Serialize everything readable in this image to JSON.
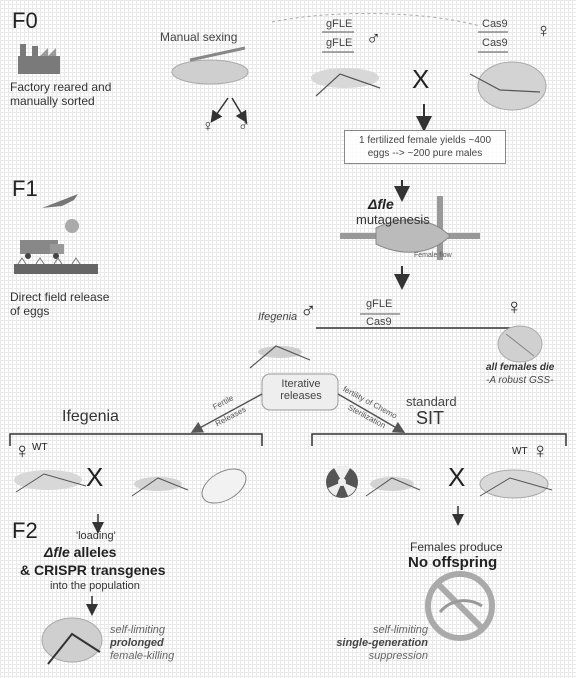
{
  "generations": {
    "f0": "F0",
    "f1": "F1",
    "f2": "F2"
  },
  "f0": {
    "factory_note": "Factory reared and manually sorted",
    "manual_sexing": "Manual sexing",
    "gfle": "gFLE",
    "cas9": "Cas9",
    "cross": "X",
    "male_symbol": "♂",
    "female_symbol": "♀"
  },
  "yield_box": "1 fertilized female yields ~400 eggs --> ~200 pure males",
  "f1": {
    "mutagenesis_gene": "Δfle",
    "mutagenesis_word": "mutagenesis",
    "female_flow": "Female flow",
    "release_note": "Direct field release of eggs",
    "ifegenia_small": "Ifegenia",
    "ifegenia_cas9": "Cas9",
    "all_females_line1": "all females die",
    "all_females_line2": "-A robust GSS-"
  },
  "iterative": {
    "line1": "Iterative",
    "line2": "releases"
  },
  "arrows": {
    "fertile": "Fertile",
    "releases": "Releases",
    "fertility": "fertility of Chemo",
    "sterilization": "Sterilization"
  },
  "ifegenia": {
    "title": "Ifegenia",
    "wt": "WT"
  },
  "sit": {
    "title_top": "standard",
    "title": "SIT",
    "wt": "WT"
  },
  "f2_left": {
    "loading": "'loading'",
    "alleles_gene": "Δfle",
    "alleles_word": "alleles",
    "crispr": "& CRISPR transgenes",
    "into": "into the population"
  },
  "f2_right": {
    "line1": "Females produce",
    "line2": "No offspring"
  },
  "outcome_left": {
    "line1": "self-limiting",
    "line2": "prolonged",
    "line3": "female-killing"
  },
  "outcome_right": {
    "line1": "self-limiting",
    "line2": "single-generation",
    "line3": "suppression"
  }
}
